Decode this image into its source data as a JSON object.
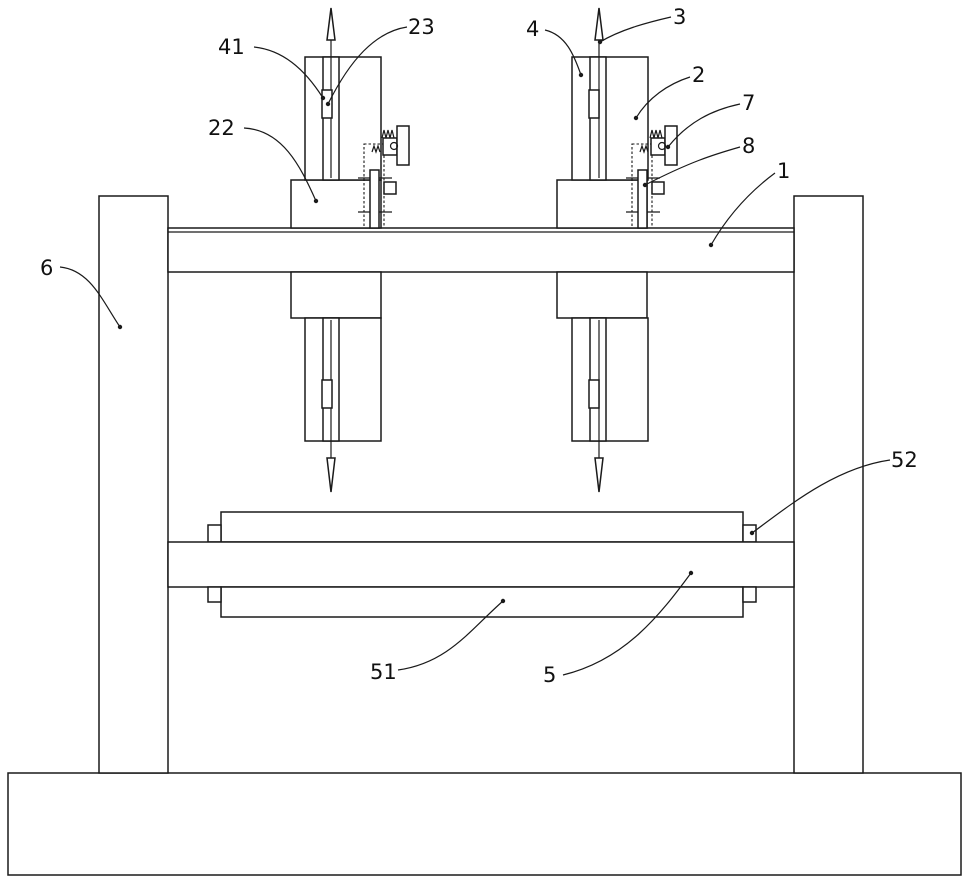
{
  "labels": {
    "l1": "1",
    "l2": "2",
    "l3": "3",
    "l4": "4",
    "l5": "5",
    "l6": "6",
    "l7": "7",
    "l8": "8",
    "l22": "22",
    "l23": "23",
    "l41": "41",
    "l51": "51",
    "l52": "52"
  }
}
